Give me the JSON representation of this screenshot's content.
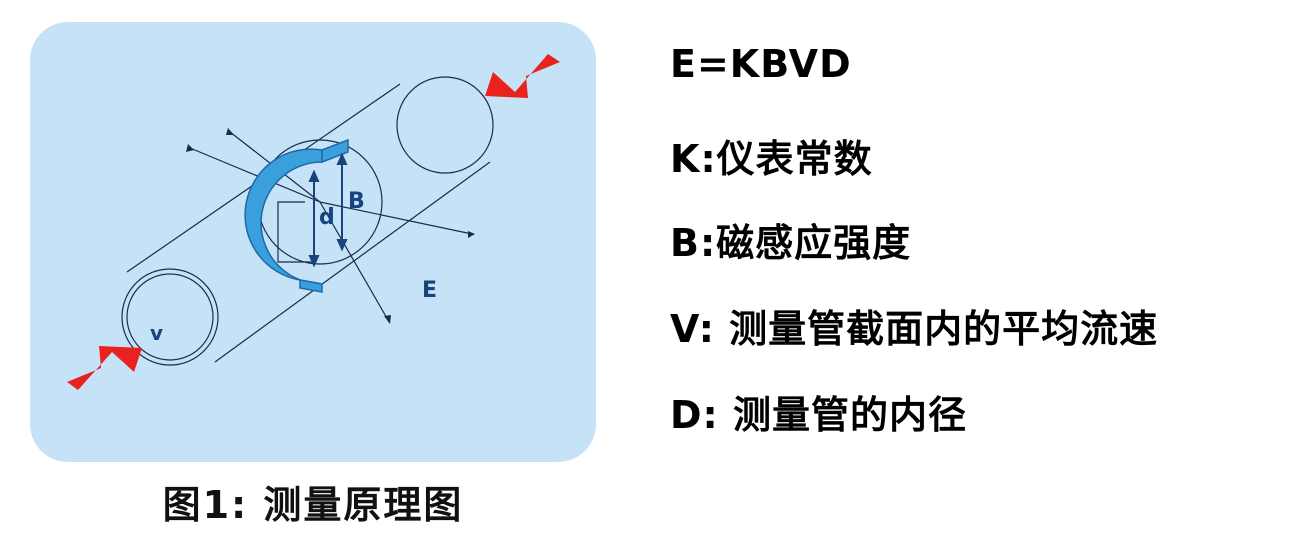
{
  "diagram": {
    "labels": {
      "d": "d",
      "B": "B",
      "E": "E",
      "v": "v"
    },
    "colors": {
      "panel_bg": "#c6e2f6",
      "line": "#1a2a4a",
      "electrode": "#3aa0dc",
      "arrow": "#e8231f",
      "label": "#17437e"
    }
  },
  "caption": "图1: 测量原理图",
  "legend": {
    "formula": "E=KBVD",
    "items": [
      {
        "text": "K:仪表常数"
      },
      {
        "text": "B:磁感应强度"
      },
      {
        "text": "V: 测量管截面内的平均流速"
      },
      {
        "text": "D: 测量管的内径"
      }
    ]
  }
}
